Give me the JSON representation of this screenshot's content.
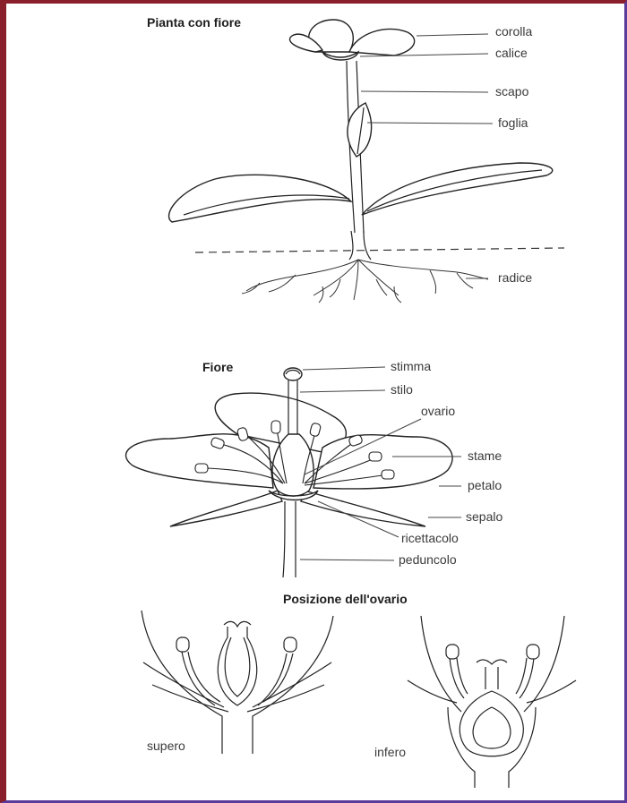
{
  "titles": {
    "plant": "Pianta con fiore",
    "flower": "Fiore",
    "ovary_position": "Posizione dell'ovario"
  },
  "plant_labels": {
    "corolla": "corolla",
    "calice": "calice",
    "scapo": "scapo",
    "foglia": "foglia",
    "radice": "radice"
  },
  "flower_labels": {
    "stimma": "stimma",
    "stilo": "stilo",
    "ovario": "ovario",
    "stame": "stame",
    "petalo": "petalo",
    "sepalo": "sepalo",
    "ricettacolo": "ricettacolo",
    "peduncolo": "peduncolo"
  },
  "ovary_labels": {
    "supero": "supero",
    "infero": "infero"
  }
}
